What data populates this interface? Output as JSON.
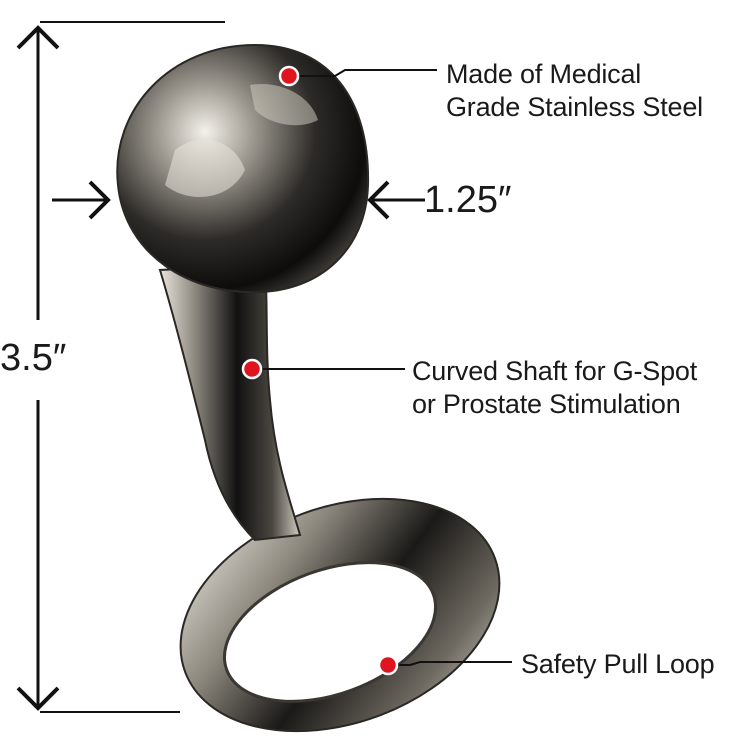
{
  "dimensions": {
    "height": "3.5″",
    "width": "1.25″"
  },
  "callouts": [
    {
      "lines": [
        "Made of Medical",
        "Grade Stainless Steel"
      ]
    },
    {
      "lines": [
        "Curved Shaft for G-Spot",
        "or Prostate Stimulation"
      ]
    },
    {
      "lines": [
        "Safety Pull Loop"
      ]
    }
  ],
  "colors": {
    "marker": "#e0141e",
    "line": "#111111",
    "text": "#1a1a1a"
  }
}
